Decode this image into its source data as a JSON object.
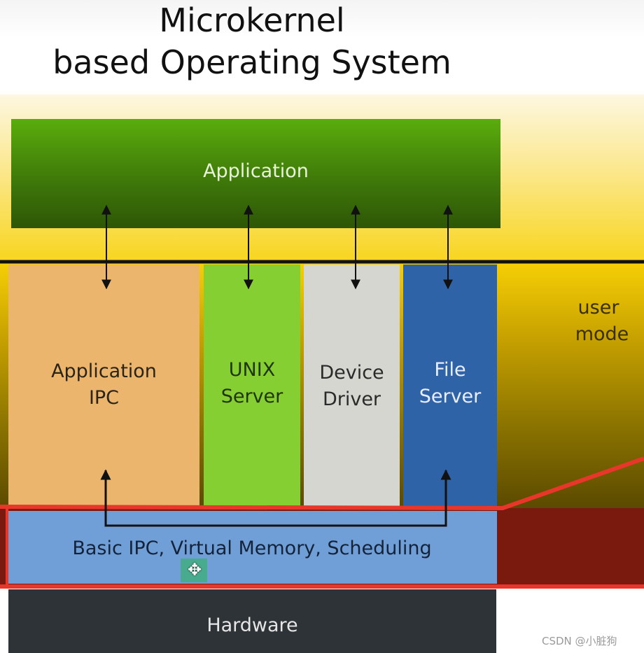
{
  "title": {
    "line1": "Microkernel",
    "line2": "based Operating System"
  },
  "layers": {
    "application": "Application",
    "columns": [
      {
        "line1": "Application",
        "line2": "IPC"
      },
      {
        "line1": "UNIX",
        "line2": "Server"
      },
      {
        "line1": "Device",
        "line2": "Driver"
      },
      {
        "line1": "File",
        "line2": "Server"
      }
    ],
    "kernel": "Basic IPC, Virtual Memory, Scheduling",
    "hardware": "Hardware"
  },
  "side": {
    "user_mode_line1": "user",
    "user_mode_line2": "mode"
  },
  "watermark": "CSDN @小脏狗",
  "colors": {
    "application": "#4a8f0b",
    "app_ipc": "#ecb56d",
    "unix_server": "#86cf32",
    "device_driver": "#d6d6d0",
    "file_server": "#2f63a8",
    "kernel": "#6f9fd6",
    "hardware": "#2e3338",
    "boundary_line": "#e8372a"
  }
}
